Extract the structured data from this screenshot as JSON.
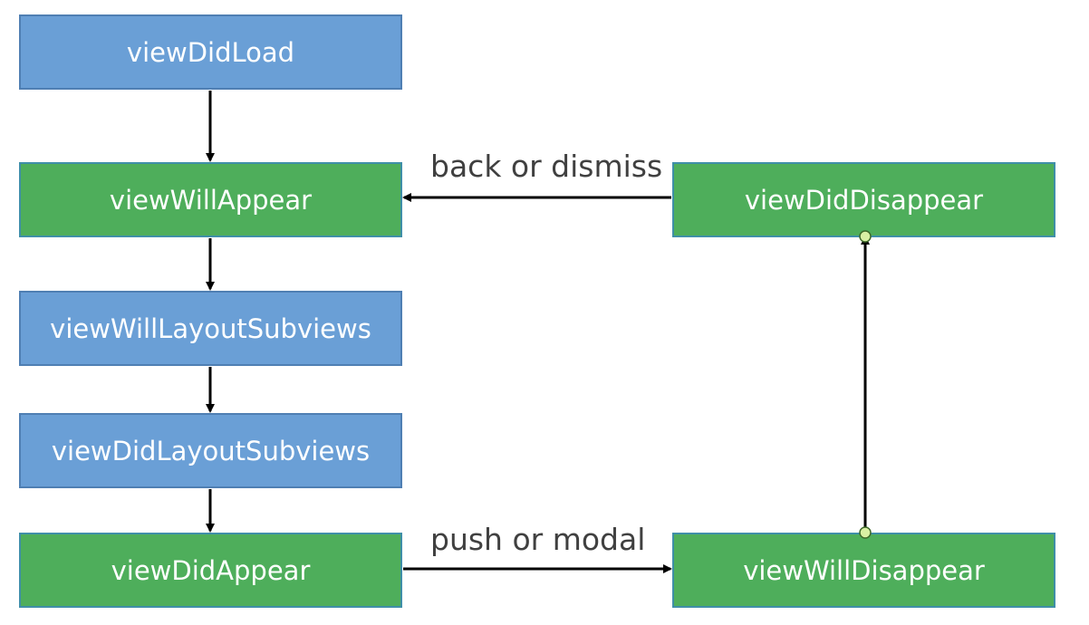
{
  "nodes": {
    "view_did_load": "viewDidLoad",
    "view_will_appear": "viewWillAppear",
    "view_will_layout_subviews": "viewWillLayoutSubviews",
    "view_did_layout_subviews": "viewDidLayoutSubviews",
    "view_did_appear": "viewDidAppear",
    "view_did_disappear": "viewDidDisappear",
    "view_will_disappear": "viewWillDisappear"
  },
  "edges": {
    "back_or_dismiss": "back or dismiss",
    "push_or_modal": "push or modal"
  },
  "colors": {
    "blue_fill": "#6a9fd6",
    "green_fill": "#4eae5b",
    "connector_dot": "#d9f0a3"
  }
}
